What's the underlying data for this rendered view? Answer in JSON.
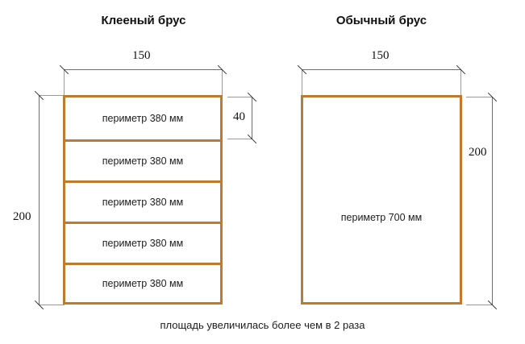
{
  "figure": {
    "caption": "площадь увеличилась более чем в 2 раза"
  },
  "panels": [
    {
      "id": "glued",
      "title": "Клееный брус",
      "beam": {
        "width_label": "150",
        "height_label": "200",
        "layer_label": "40",
        "layers": [
          {
            "label": "периметр 380 мм"
          },
          {
            "label": "периметр 380 мм"
          },
          {
            "label": "периметр 380 мм"
          },
          {
            "label": "периметр 380 мм"
          },
          {
            "label": "периметр 380 мм"
          }
        ]
      }
    },
    {
      "id": "plain",
      "title": "Обычный брус",
      "beam": {
        "width_label": "150",
        "height_label": "200",
        "center_label": "периметр 700 мм"
      }
    }
  ],
  "colors": {
    "beam_outline": "#c07a2c",
    "dimension_line": "#6e6e6e",
    "extension_line": "#9a9a9a",
    "tick": "#2f2f2f",
    "text": "#1a1a1a",
    "background": "#ffffff"
  }
}
